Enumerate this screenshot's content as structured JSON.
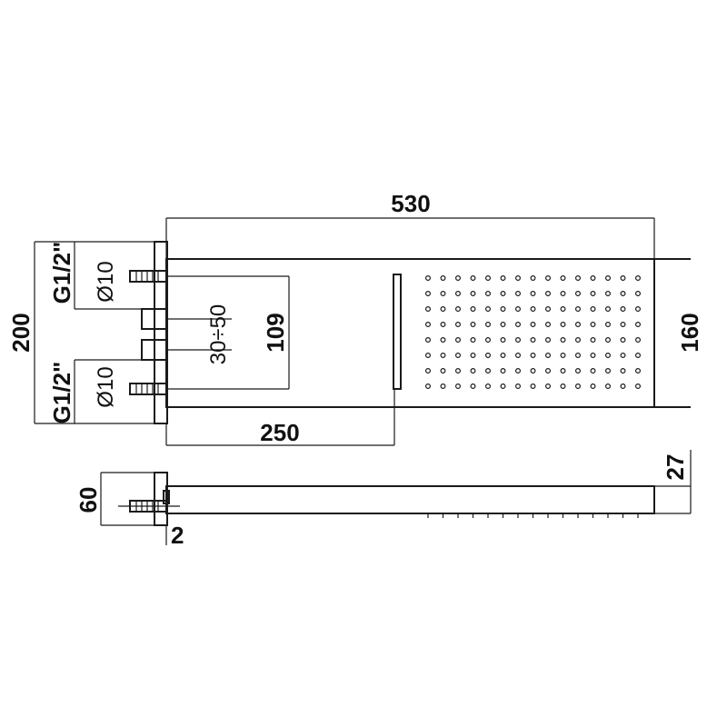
{
  "dimensions": {
    "total_length": "530",
    "panel_height": "160",
    "total_height": "200",
    "inlet_spacing": "109",
    "adjustment": "30÷50",
    "blade_offset": "250",
    "panel_thickness": "27",
    "box_depth": "60",
    "wall_gap": "2",
    "thread_top": "G1/2\"",
    "thread_bottom": "G1/2\"",
    "pipe_top": "Ø10",
    "pipe_bottom": "Ø10"
  }
}
